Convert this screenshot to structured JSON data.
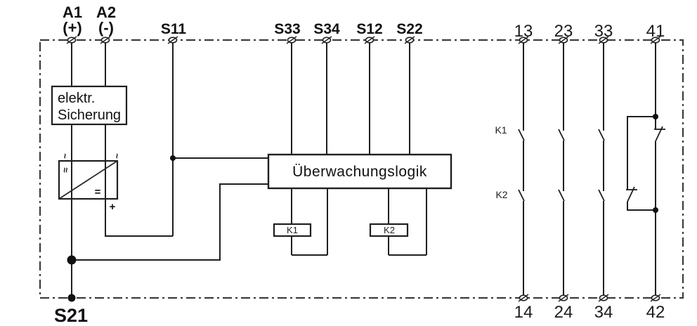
{
  "diagram": {
    "kind": "safety-relay internal wiring schematic",
    "colors": {
      "background": "#ffffff",
      "wire": "#1f1f1f",
      "border": "#3d3d3d",
      "text": "#111111"
    },
    "terminals": {
      "top": [
        {
          "label": "A1",
          "sub": "(+)"
        },
        {
          "label": "A2",
          "sub": "(-)"
        },
        {
          "label": "S11",
          "sub": ""
        },
        {
          "label": "S33",
          "sub": ""
        },
        {
          "label": "S34",
          "sub": ""
        },
        {
          "label": "S12",
          "sub": ""
        },
        {
          "label": "S22",
          "sub": ""
        },
        {
          "label": "13",
          "sub": ""
        },
        {
          "label": "23",
          "sub": ""
        },
        {
          "label": "33",
          "sub": ""
        },
        {
          "label": "41",
          "sub": ""
        }
      ],
      "bottom": [
        {
          "label": "S21"
        },
        {
          "label": "14"
        },
        {
          "label": "24"
        },
        {
          "label": "34"
        },
        {
          "label": "42"
        }
      ]
    },
    "blocks": {
      "electronic_fuse": {
        "line1": "elektr.",
        "line2": "Sicherung"
      },
      "monitoring_logic": {
        "label": "Überwachungslogik"
      },
      "relay_coil_k1": {
        "label": "K1"
      },
      "relay_coil_k2": {
        "label": "K2"
      }
    },
    "contact_rows": {
      "k1": {
        "label": "K1"
      },
      "k2": {
        "label": "K2"
      }
    },
    "power_converter": {
      "ac_mark_left": "~",
      "ac_mark_right": "~",
      "ac_double_mark": "≈",
      "dc_mark": "=",
      "plus_mark": "+"
    }
  }
}
